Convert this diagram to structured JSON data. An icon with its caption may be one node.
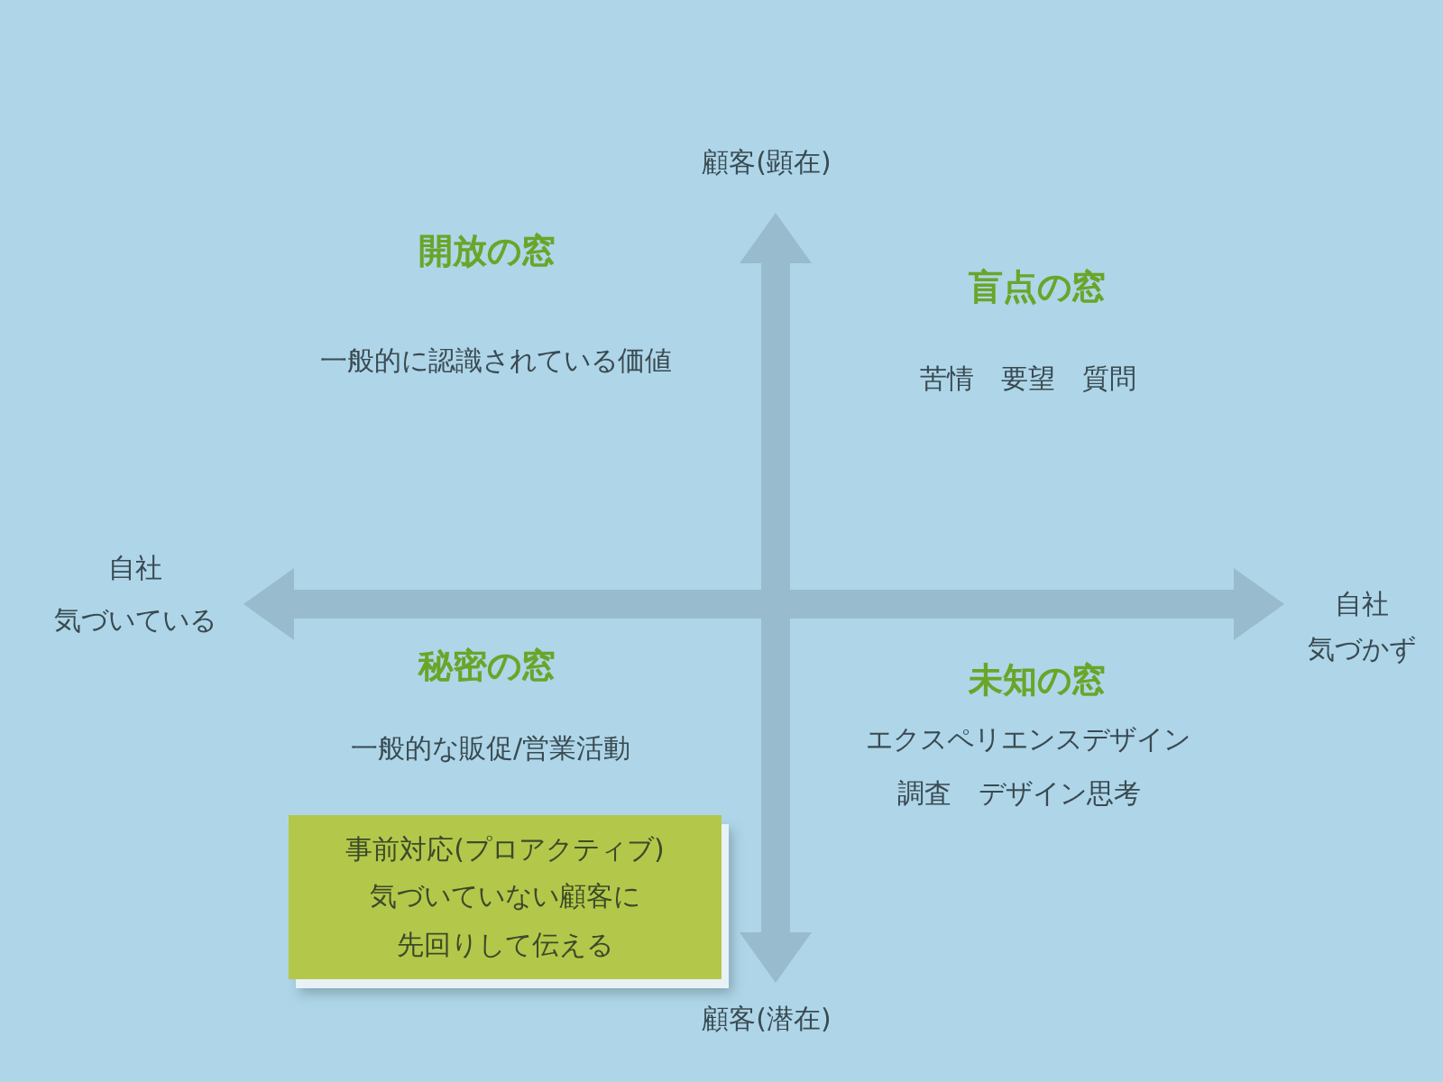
{
  "diagram": {
    "nodes": [
      {
        "text": [
          "事前対応(プロアクティブ)",
          "気づいていない顧客に先回りして伝える"
        ]
      }
    ],
    "labels": [
      "顧客(顕在)",
      "開放の窓",
      "盲点の窓",
      "一般的に認識されている価値",
      "苦情　要望　質問",
      "自社",
      "気づいている",
      "自社",
      "気づかず",
      "秘密の窓",
      "未知の窓",
      "一般的な販促/営業活動",
      "エクスペリエンスデザイン",
      "調査　デザイン思考",
      "顧客(潜在)"
    ]
  }
}
